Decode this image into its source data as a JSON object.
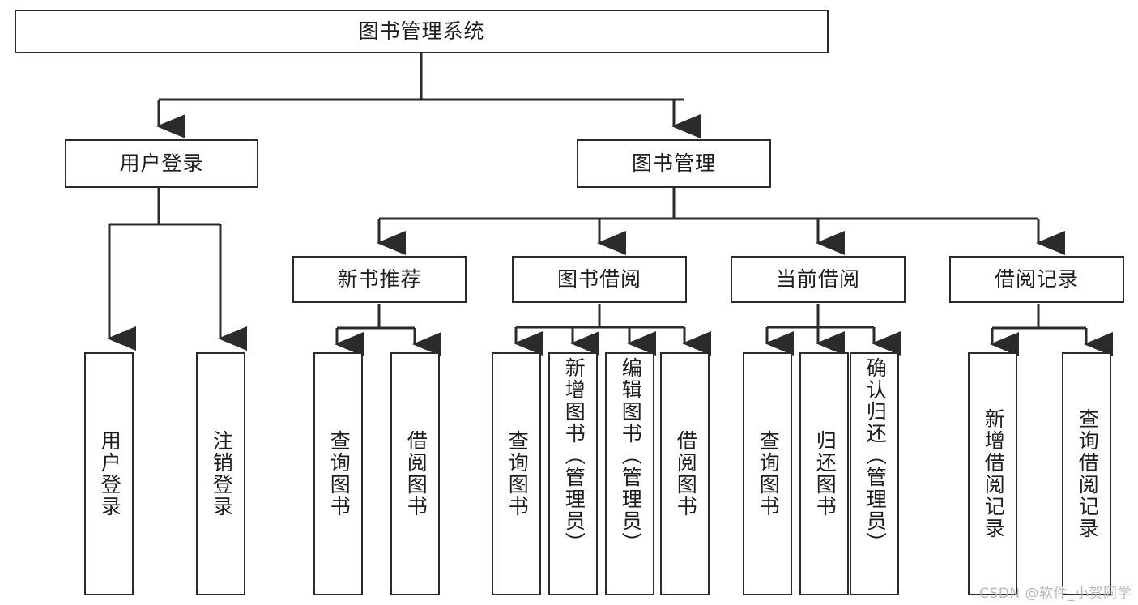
{
  "diagram": {
    "title": "图书管理系统",
    "watermark": "CSDN @软件_小贺同学",
    "line_color": "#2b2b2b",
    "box_fill": "#ffffff",
    "text_color": "#1d1d1d",
    "nodes": {
      "root": "图书管理系统",
      "user_login": "用户登录",
      "book_manage": "图书管理",
      "new_book_rec": "新书推荐",
      "book_borrow": "图书借阅",
      "current_borrow": "当前借阅",
      "borrow_record": "借阅记录",
      "leaf_user_login": "用户登录",
      "leaf_user_logout": "注销登录",
      "leaf_query_book_1": "查询图书",
      "leaf_borrow_book_1": "借阅图书",
      "leaf_query_book_2": "查询图书",
      "leaf_add_book": "新增图书（管理员）",
      "leaf_edit_book": "编辑图书（管理员）",
      "leaf_borrow_book_2": "借阅图书",
      "leaf_query_book_3": "查询图书",
      "leaf_return_book": "归还图书",
      "leaf_confirm_return": "确认归还（管理员）",
      "leaf_add_record": "新增借阅记录",
      "leaf_query_record": "查询借阅记录"
    }
  }
}
